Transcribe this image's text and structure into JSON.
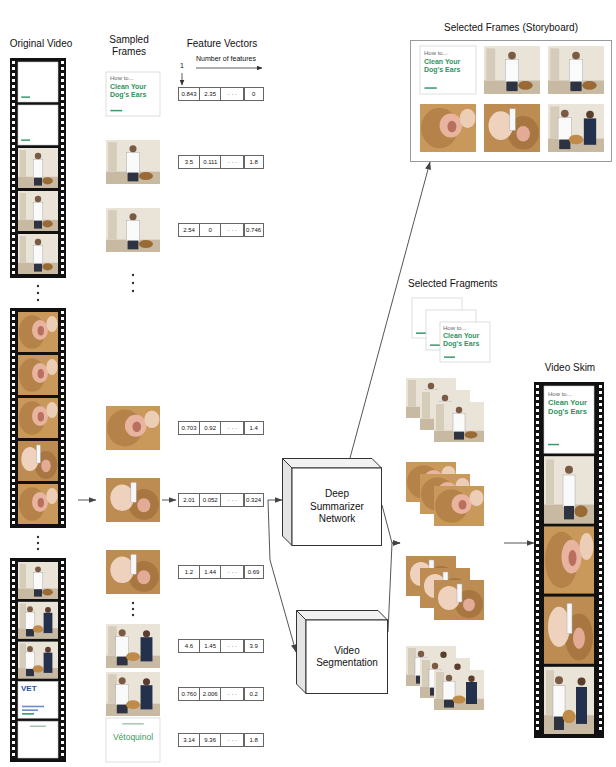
{
  "diagram": {
    "nodes": [
      {
        "text": [
          "Original Video"
        ]
      },
      {
        "text": [
          "Sampled Frames"
        ]
      },
      {
        "text": [
          "Feature Vectors"
        ]
      },
      {
        "text": [
          "0.843",
          "2.35",
          "· · ·",
          "0"
        ],
        "in": 2
      },
      {
        "text": [
          "3.5",
          "0.111",
          "· · ·",
          "1.8"
        ],
        "in": 2
      },
      {
        "text": [
          "2.54",
          "0",
          "· · ·",
          "0.746"
        ],
        "in": 2
      },
      {
        "text": [
          "0.703",
          "0.92",
          "· · ·",
          "1.4"
        ],
        "in": 2
      },
      {
        "text": [
          "2.01",
          "0.052",
          "· · ·",
          "0.324"
        ],
        "in": 2
      },
      {
        "text": [
          "1.2",
          "1.44",
          "· · ·",
          "0.69"
        ],
        "in": 2
      },
      {
        "text": [
          "4.6",
          "1.45",
          "· · ·",
          "3.9"
        ],
        "in": 2
      },
      {
        "text": [
          "0.760",
          "2.006",
          "· · ·",
          "0.2"
        ],
        "in": 2
      },
      {
        "text": [
          "3.14",
          "9.36",
          "· · ·",
          "1.8"
        ],
        "in": 2
      },
      {
        "text": [
          "Deep Summarizer Network"
        ]
      },
      {
        "text": [
          "Video Segmentation"
        ]
      },
      {
        "text": [
          "Selected Frames (Storyboard)"
        ]
      },
      {
        "text": [
          "Selected Fragments"
        ]
      },
      {
        "text": [
          "Video Skim"
        ]
      }
    ],
    "edges": [
      {
        "from": 0,
        "to": 1,
        "arrow": "to"
      },
      {
        "from": 1,
        "to": 2,
        "arrow": "to"
      },
      {
        "from": 2,
        "to": 12,
        "arrow": "to"
      },
      {
        "from": 2,
        "to": 13,
        "arrow": "to"
      },
      {
        "from": 12,
        "to": 14,
        "arrow": "to"
      },
      {
        "from": 12,
        "to": 15,
        "arrow": "to"
      },
      {
        "from": 13,
        "to": 15,
        "arrow": "to"
      },
      {
        "from": 15,
        "to": 16,
        "arrow": "to"
      }
    ],
    "labels": [
      "Number of features",
      "1",
      "How to...",
      "Clean Your Dog's Ears",
      "Vétoquinol",
      "How to...",
      "Clean Your Dog's Ears",
      "How to...",
      "Clean Your Dog's Ears",
      "How to...",
      "Clean Your Dog's Ears",
      "VET"
    ]
  }
}
